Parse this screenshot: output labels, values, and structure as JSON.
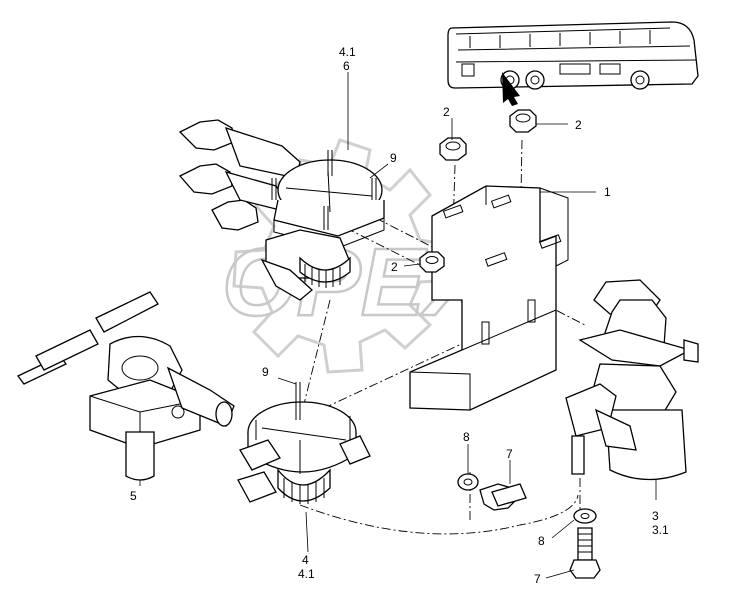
{
  "watermark": {
    "text": "OPEX"
  },
  "callouts": {
    "c41_top": "4.1",
    "c6": "6",
    "c2a": "2",
    "c2b": "2",
    "c9a": "9",
    "c1": "1",
    "c2c": "2",
    "c9b": "9",
    "c5": "5",
    "c8a": "8",
    "c7a": "7",
    "c3": "3",
    "c31": "3.1",
    "c8b": "8",
    "c7b": "7",
    "c4": "4",
    "c41_bot": "4.1"
  }
}
